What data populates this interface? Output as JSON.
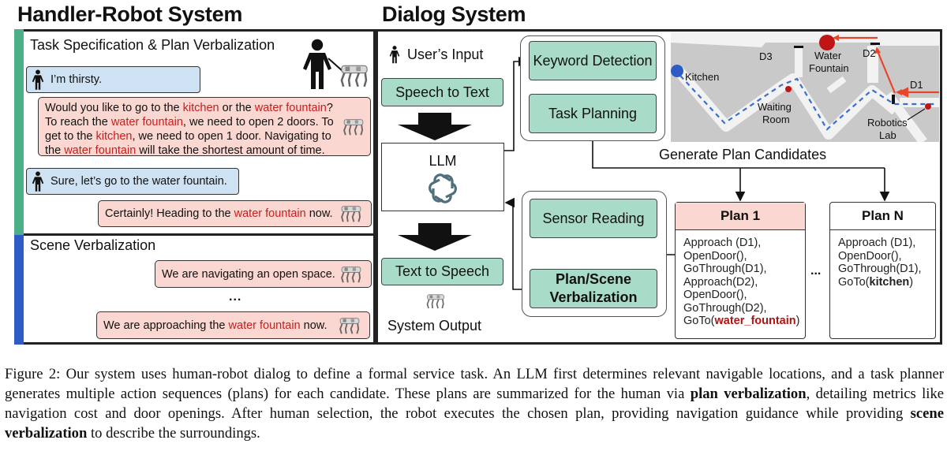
{
  "titles": {
    "left": "Handler-Robot System",
    "right": "Dialog System"
  },
  "left_panel": {
    "task_section": {
      "heading": "Task Specification & Plan Verbalization",
      "messages": [
        {
          "speaker": "human",
          "text": "I’m thirsty."
        },
        {
          "speaker": "robot",
          "lines": [
            [
              {
                "t": "Would you like to go to the "
              },
              {
                "t": "kitchen",
                "hl": true
              },
              {
                "t": " or the "
              },
              {
                "t": "water fountain",
                "hl": true
              },
              {
                "t": "?"
              }
            ],
            [
              {
                "t": "To reach the "
              },
              {
                "t": "water fountain",
                "hl": true
              },
              {
                "t": ", we need to open 2 doors. To"
              }
            ],
            [
              {
                "t": "get to the "
              },
              {
                "t": "kitchen",
                "hl": true
              },
              {
                "t": ", we need to open 1 door. Navigating to"
              }
            ],
            [
              {
                "t": "the "
              },
              {
                "t": "water fountain",
                "hl": true
              },
              {
                "t": " will take the shortest amount of time."
              }
            ]
          ]
        },
        {
          "speaker": "human",
          "text": "Sure, let’s go to the water fountain."
        },
        {
          "speaker": "robot",
          "lines": [
            [
              {
                "t": "Certainly! Heading to the "
              },
              {
                "t": "water fountain",
                "hl": true
              },
              {
                "t": " now."
              }
            ]
          ]
        }
      ]
    },
    "scene_section": {
      "heading": "Scene Verbalization",
      "messages": [
        {
          "speaker": "robot",
          "lines": [
            [
              {
                "t": "We are navigating an open space."
              }
            ]
          ]
        },
        {
          "speaker": "robot",
          "lines": [
            [
              {
                "t": "We are approaching the "
              },
              {
                "t": "water fountain",
                "hl": true
              },
              {
                "t": " now."
              }
            ]
          ]
        }
      ],
      "ellipsis": "..."
    }
  },
  "dialog": {
    "user_input_label": "User’s Input",
    "speech_to_text": "Speech to Text",
    "llm_label": "LLM",
    "text_to_speech": "Text to Speech",
    "system_output_label": "System Output",
    "keyword_detection": "Keyword Detection",
    "task_planning": "Task Planning",
    "sensor_reading": "Sensor Reading",
    "plan_scene_verbalization": "Plan/Scene Verbalization",
    "generate_plan_candidates": "Generate Plan Candidates",
    "plans_ellipsis": "...",
    "plans": [
      {
        "title": "Plan 1",
        "highlighted": true,
        "steps": [
          "Approach (D1),",
          "OpenDoor(),",
          "GoThrough(D1),",
          "Approach(D2),",
          "OpenDoor(),",
          "GoThrough(D2),"
        ],
        "goal_prefix": "GoTo(",
        "goal": "water_fountain",
        "goal_suffix": ")"
      },
      {
        "title": "Plan N",
        "highlighted": false,
        "steps": [
          "Approach (D1),",
          "OpenDoor(),",
          "GoThrough(D1),"
        ],
        "goal_prefix": "GoTo(",
        "goal": "kitchen",
        "goal_suffix": ")"
      }
    ]
  },
  "map": {
    "labels": {
      "d3": "D3",
      "d2": "D2",
      "d1": "D1",
      "water_fountain_1": "Water",
      "water_fountain_2": "Fountain",
      "kitchen": "Kitchen",
      "waiting_room_1": "Waiting",
      "waiting_room_2": "Room",
      "robotics_lab_1": "Robotics",
      "robotics_lab_2": "Lab"
    },
    "colors": {
      "kitchen_marker": "#2d5cc7",
      "fountain_marker": "#c01515",
      "plan1_path": "#e8462a",
      "planN_path": "#3a6fd0"
    }
  },
  "colors": {
    "green_stripe": "#4caf88",
    "blue_stripe": "#2d5cc7",
    "human_bubble": "#cfe2f3",
    "robot_bubble": "#fad7d0",
    "module_green": "#a8dcc8",
    "highlight_red": "#c81e1e"
  },
  "caption": {
    "prefix": "Figure 2: Our system uses human-robot dialog to define a formal service task. An LLM first determines relevant navigable locations, and a task planner generates multiple action sequences (plans) for each candidate. These plans are summarized for the human via ",
    "bold1": "plan verbalization",
    "middle": ", detailing metrics like navigation cost and door openings. After human selection, the robot executes the chosen plan, providing navigation guidance while providing ",
    "bold2": "scene verbalization",
    "suffix": " to describe the surroundings."
  }
}
